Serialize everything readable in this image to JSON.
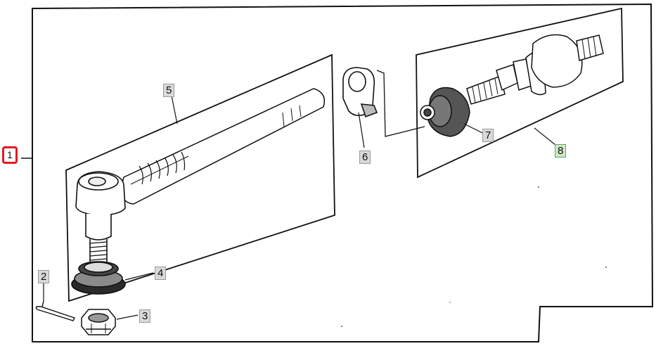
{
  "diagram": {
    "callouts": [
      {
        "id": "1",
        "label": "1",
        "state": "selected"
      },
      {
        "id": "2",
        "label": "2",
        "state": "normal"
      },
      {
        "id": "3",
        "label": "3",
        "state": "normal"
      },
      {
        "id": "4",
        "label": "4",
        "state": "normal"
      },
      {
        "id": "5",
        "label": "5",
        "state": "normal"
      },
      {
        "id": "6",
        "label": "6",
        "state": "normal"
      },
      {
        "id": "7",
        "label": "7",
        "state": "normal"
      },
      {
        "id": "8",
        "label": "8",
        "state": "highlighted"
      }
    ],
    "colors": {
      "line": "#111111",
      "callout_bg": "#d9d9d9",
      "callout_active_bg": "#cfe7c8",
      "selection_border": "#e31b23"
    }
  }
}
